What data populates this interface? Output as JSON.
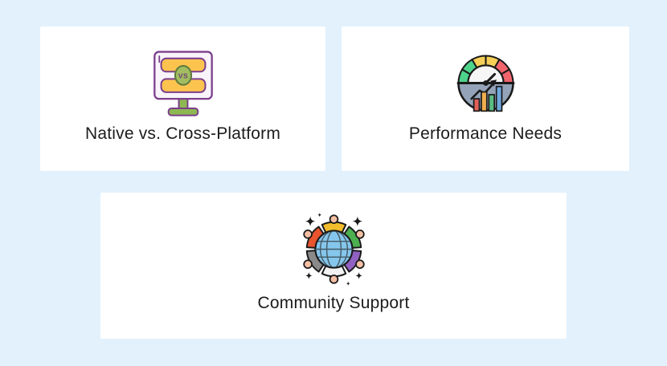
{
  "page": {
    "background": "#e2f1fc",
    "card_background": "#ffffff",
    "text_color": "#1c1c1c"
  },
  "cards": [
    {
      "label": "Native vs. Cross-Platform",
      "icon": "monitor-vs-icon",
      "vs_badge_text": "VS",
      "palette": {
        "screen": "#f8f4fa",
        "outline": "#7c3f8c",
        "bars": "#fcc44f",
        "badge": "#a2bd60",
        "stand": "#8eb851"
      }
    },
    {
      "label": "Performance Needs",
      "icon": "performance-gauge-icon",
      "palette": {
        "green": "#4ed38b",
        "yellow": "#f6cf58",
        "red": "#f2646c",
        "body": "#94a3b8",
        "face": "#f6f6f6",
        "chart_bars": [
          "#e06059",
          "#f0ad4e",
          "#59bd82",
          "#6fa8dc"
        ]
      }
    },
    {
      "label": "Community Support",
      "icon": "community-globe-icon",
      "palette": {
        "globe": "#85c6ec",
        "people": [
          "#f2bd2c",
          "#4caf50",
          "#9061c2",
          "#f2f2f2",
          "#8a8a8a",
          "#e8542e"
        ],
        "skin": "#f5bfa4"
      }
    }
  ]
}
